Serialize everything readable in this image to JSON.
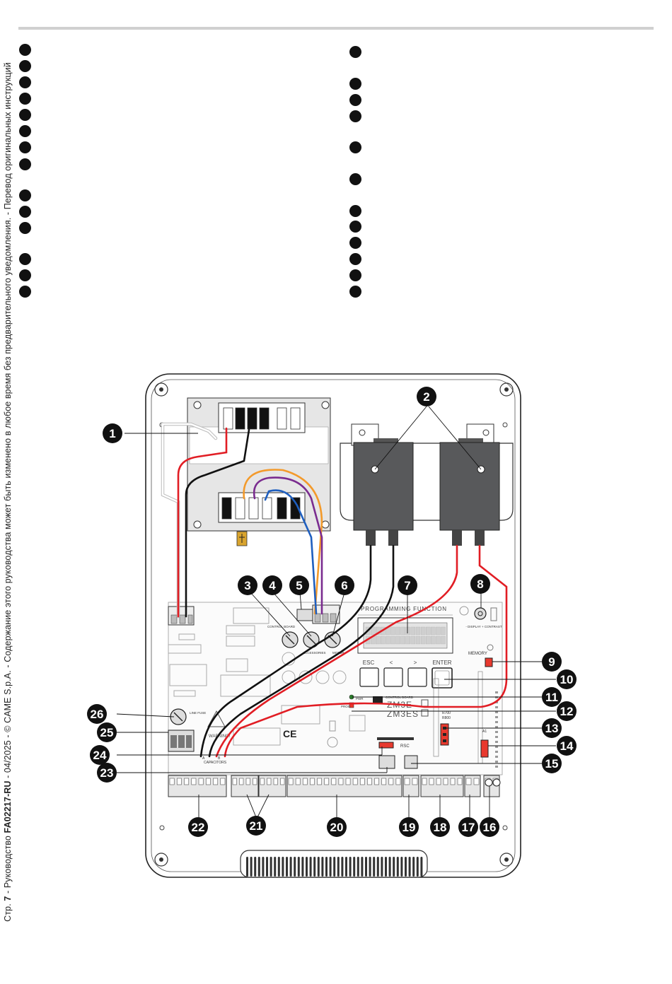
{
  "footer": {
    "page_prefix": "Стр. ",
    "page_number": "7",
    "manual_prefix": " - Руководство ",
    "manual_code": "FA02217-RU",
    "rest": " - 04/2025 - © CAME S.p.A. - Содержание этого руководства может быть изменено в любое время без предварительного уведомления. - Перевод оригинальных инструкций"
  },
  "bullets": {
    "left_y": [
      70,
      93,
      116,
      139,
      162,
      185,
      208,
      232,
      276,
      299,
      322,
      366,
      389,
      412
    ],
    "right_y": [
      73,
      118,
      141,
      164,
      208,
      253,
      298,
      320,
      343,
      366,
      389,
      412
    ]
  },
  "board": {
    "programming_function": "PROGRAMMING FUNCTION",
    "display_contrast": "- DISPLAY + CONTRAST",
    "memory": "MEMORY",
    "esc": "ESC",
    "lt": "<",
    "gt": ">",
    "enter": "ENTER",
    "control_board": "CONTROL BOARD",
    "model_1": "ZM3E",
    "model_2": "ZM3ES",
    "pwr": "PWR",
    "prog": "PROG",
    "r700": "R700",
    "r800": "R800",
    "rsc": "RSC",
    "line_fuse": "LINE FUSE",
    "warning": "WARNING!",
    "capacitors": "CAPACITORS",
    "cap_a": "A",
    "cap_b": "B",
    "ce": "CE",
    "control_fuse": "CONTROL BOARD",
    "accessories_fuse": "ACCESSORIES",
    "motor_fuse": "MOTOR",
    "a1": "A1"
  },
  "callouts": [
    "1",
    "2",
    "3",
    "4",
    "5",
    "6",
    "7",
    "8",
    "9",
    "10",
    "11",
    "12",
    "13",
    "14",
    "15",
    "16",
    "17",
    "18",
    "19",
    "20",
    "21",
    "22",
    "23",
    "24",
    "25",
    "26"
  ]
}
